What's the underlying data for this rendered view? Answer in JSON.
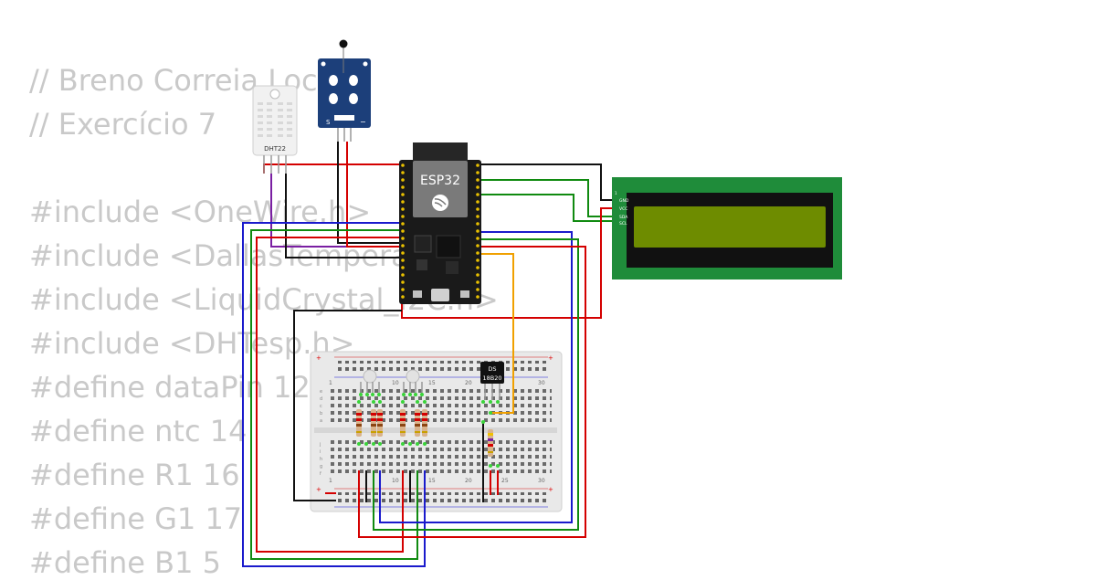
{
  "code_lines": [
    "// Breno Correia Locil",
    "// Exercício 7",
    "",
    "#include <OneWire.h>",
    "#include <DallasTemperat",
    "#include <LiquidCrystal_I2C.h>",
    "#include <DHTesp.h>",
    "#define dataPin 12",
    "#define ntc 14",
    "#define R1 16",
    "#define G1 17",
    "#define B1 5"
  ],
  "components": {
    "esp32_label": "ESP32",
    "dht22_label": "DHT22",
    "ntc_module": {
      "pin_s": "S",
      "pin_minus": "−"
    },
    "ds18b20_label_line1": "DS",
    "ds18b20_label_line2": "18B20",
    "lcd_pins": [
      "GND",
      "VCC",
      "SDA",
      "SCL"
    ],
    "breadboard_cols_top": [
      "1",
      "10",
      "15",
      "20",
      "30"
    ],
    "breadboard_cols_bottom": [
      "1",
      "10",
      "15",
      "20",
      "25",
      "30"
    ],
    "breadboard_rows_left": [
      "j",
      "i",
      "h",
      "g",
      "f",
      "e",
      "d",
      "c",
      "b",
      "a"
    ]
  },
  "colors": {
    "code_text": "#c9c9c9",
    "wire_red": "#d40000",
    "wire_black": "#111111",
    "wire_green": "#108a10",
    "wire_blue": "#1a1acc",
    "wire_purple": "#7a1fa2",
    "wire_orange": "#f0a000",
    "lcd_board": "#1f8c3a",
    "lcd_screen": "#6e8c00",
    "esp32_board": "#1a1a1a",
    "ntc_board": "#1c3f7a"
  }
}
